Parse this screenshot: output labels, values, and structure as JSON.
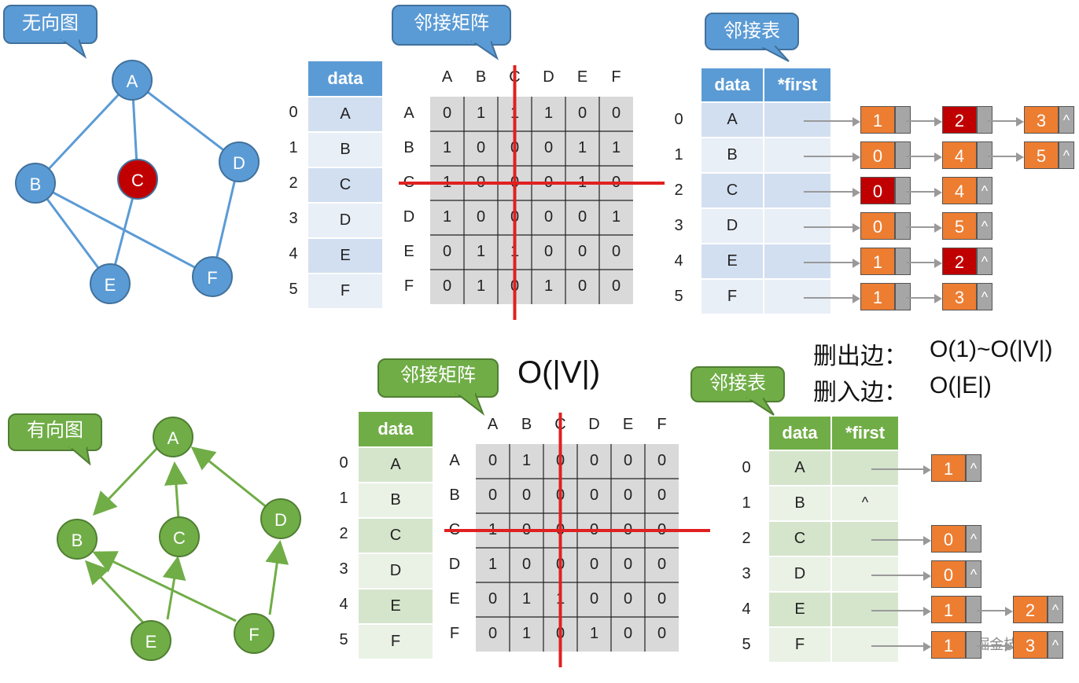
{
  "top": {
    "callout_graph": "无向图",
    "callout_matrix": "邻接矩阵",
    "callout_list": "邻接表"
  },
  "bottom": {
    "callout_graph": "有向图",
    "callout_matrix": "邻接矩阵",
    "callout_list": "邻接表"
  },
  "nodes": [
    "A",
    "B",
    "C",
    "D",
    "E",
    "F"
  ],
  "indices": [
    "0",
    "1",
    "2",
    "3",
    "4",
    "5"
  ],
  "table_headers": {
    "data": "data",
    "first": "*first"
  },
  "undirected_matrix": [
    [
      "0",
      "1",
      "1",
      "1",
      "0",
      "0"
    ],
    [
      "1",
      "0",
      "0",
      "0",
      "1",
      "1"
    ],
    [
      "1",
      "0",
      "0",
      "0",
      "1",
      "0"
    ],
    [
      "1",
      "0",
      "0",
      "0",
      "0",
      "1"
    ],
    [
      "0",
      "1",
      "1",
      "0",
      "0",
      "0"
    ],
    [
      "0",
      "1",
      "0",
      "1",
      "0",
      "0"
    ]
  ],
  "directed_matrix": [
    [
      "0",
      "1",
      "0",
      "0",
      "0",
      "0"
    ],
    [
      "0",
      "0",
      "0",
      "0",
      "0",
      "0"
    ],
    [
      "1",
      "0",
      "0",
      "0",
      "0",
      "0"
    ],
    [
      "1",
      "0",
      "0",
      "0",
      "0",
      "0"
    ],
    [
      "0",
      "1",
      "1",
      "0",
      "0",
      "0"
    ],
    [
      "0",
      "1",
      "0",
      "1",
      "0",
      "0"
    ]
  ],
  "undirected_list": [
    [
      "1",
      "2",
      "3"
    ],
    [
      "0",
      "4",
      "5"
    ],
    [
      "0",
      "4"
    ],
    [
      "0",
      "5"
    ],
    [
      "1",
      "2"
    ],
    [
      "1",
      "3"
    ]
  ],
  "directed_list": [
    [
      "1"
    ],
    [],
    [
      "0"
    ],
    [
      "0"
    ],
    [
      "1",
      "2"
    ],
    [
      "1",
      "3"
    ]
  ],
  "null_mark": "^",
  "complexity": {
    "matrix": "O(|V|)",
    "delete_out_label": "删出边：",
    "delete_out_value": "O(1)~O(|V|)",
    "delete_in_label": "删入边：",
    "delete_in_value": "O(|E|)"
  },
  "watermark": "@稀土掘金技术社区",
  "colors": {
    "blue": "#5b9bd5",
    "green": "#70ad47",
    "red": "#c00000",
    "orange": "#ed7d31"
  }
}
